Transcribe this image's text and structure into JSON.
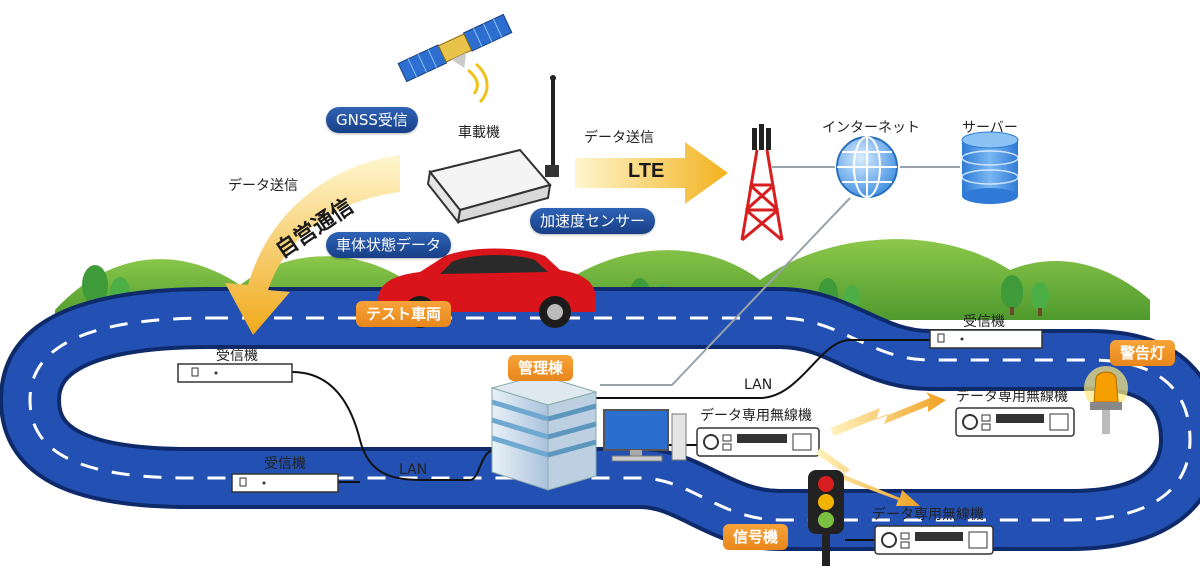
{
  "labels": {
    "gnss": "GNSS受信",
    "onboard_unit": "車載機",
    "data_send_top": "データ送信",
    "lte": "LTE",
    "internet": "インターネット",
    "server": "サーバー",
    "data_send_left": "データ送信",
    "private_comm": "自営通信",
    "accel_sensor": "加速度センサー",
    "vehicle_status": "車体状態データ",
    "test_vehicle": "テスト車両",
    "receiver_left_top": "受信機",
    "receiver_left_bottom": "受信機",
    "receiver_right": "受信機",
    "lan_left": "LAN",
    "lan_right": "LAN",
    "mgmt_building": "管理棟",
    "radio_center": "データ専用無線機",
    "radio_right": "データ専用無線機",
    "radio_bottom": "データ専用無線機",
    "warning_light": "警告灯",
    "traffic_signal": "信号機"
  },
  "colors": {
    "road": "#1f4aa8",
    "road_edge": "#0e2a6b",
    "pill_blue": "#1f4aa0",
    "pill_orange": "#ef9327",
    "arrow_yellow": "#f6c233",
    "tower_red": "#d81e1e",
    "car_red": "#d9151b",
    "hill_green": "#6db33f"
  },
  "icons": [
    "satellite-icon",
    "onboard-unit-icon",
    "antenna-icon",
    "cell-tower-icon",
    "globe-icon",
    "server-icon",
    "car-icon",
    "building-icon",
    "pc-icon",
    "radio-icon",
    "receiver-icon",
    "warning-light-icon",
    "traffic-light-icon",
    "tree-icon"
  ]
}
